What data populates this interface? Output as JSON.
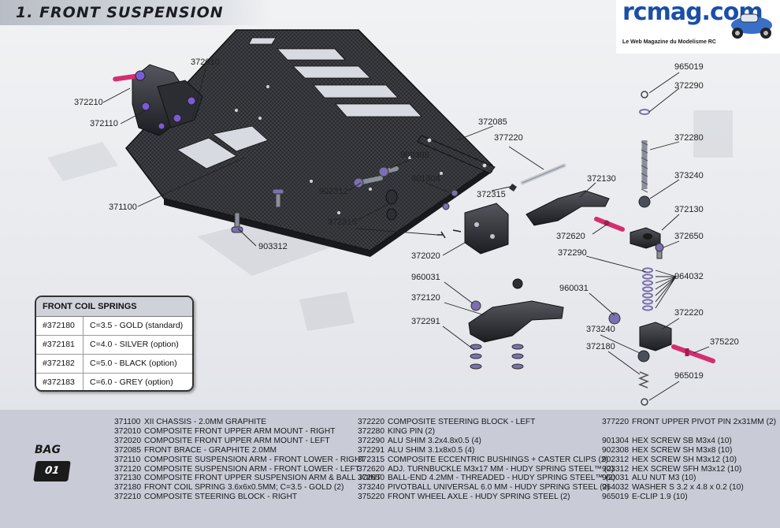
{
  "title": "1.  FRONT SUSPENSION",
  "logo": {
    "text": "rcmag.com",
    "tagline": "Le Web Magazine du Modelisme RC"
  },
  "callouts": {
    "c372010": "372010",
    "c372210": "372210",
    "c372110": "372110",
    "c371100": "371100",
    "c903312": "903312",
    "c372085": "372085",
    "c902308": "902308",
    "c902312": "902312",
    "c901304": "901304",
    "c372315a": "372315",
    "c372315b": "372315",
    "c377220": "377220",
    "c372020": "372020",
    "c372130a": "372130",
    "c372620": "372620",
    "c372290a": "372290",
    "c960031a": "960031",
    "c372120": "372120",
    "c372291": "372291",
    "c965019a": "965019",
    "c372290b": "372290",
    "c372280": "372280",
    "c373240a": "373240",
    "c372130b": "372130",
    "c372650": "372650",
    "c964032": "964032",
    "c960031b": "960031",
    "c372220": "372220",
    "c373240b": "373240",
    "c375220": "375220",
    "c372180": "372180",
    "c965019b": "965019"
  },
  "springs": {
    "heading": "FRONT COIL SPRINGS",
    "rows": [
      {
        "code": "#372180",
        "desc": "C=3.5 - GOLD (standard)"
      },
      {
        "code": "#372181",
        "desc": "C=4.0 - SILVER (option)"
      },
      {
        "code": "#372182",
        "desc": "C=5.0 - BLACK (option)"
      },
      {
        "code": "#372183",
        "desc": "C=6.0 - GREY (option)"
      }
    ]
  },
  "bag": {
    "label": "BAG",
    "number": "01"
  },
  "parts": {
    "col1": [
      {
        "code": "371100",
        "desc": "XII CHASSIS - 2.0MM GRAPHITE"
      },
      {
        "code": "372010",
        "desc": "COMPOSITE FRONT UPPER ARM MOUNT - RIGHT"
      },
      {
        "code": "372020",
        "desc": "COMPOSITE FRONT UPPER ARM MOUNT - LEFT"
      },
      {
        "code": "372085",
        "desc": "FRONT BRACE - GRAPHITE 2.0MM"
      },
      {
        "code": "372110",
        "desc": "COMPOSITE SUSPENSION ARM - FRONT LOWER - RIGHT"
      },
      {
        "code": "372120",
        "desc": "COMPOSITE SUSPENSION ARM - FRONT LOWER - LEFT"
      },
      {
        "code": "372130",
        "desc": "COMPOSITE FRONT UPPER SUSPENSION ARM & BALL JOINT"
      },
      {
        "code": "372180",
        "desc": "FRONT COIL SPRING 3.6x6x0.5MM; C=3.5 - GOLD (2)"
      },
      {
        "code": "372210",
        "desc": "COMPOSITE STEERING BLOCK - RIGHT"
      }
    ],
    "col2": [
      {
        "code": "372220",
        "desc": "COMPOSITE STEERING BLOCK - LEFT"
      },
      {
        "code": "372280",
        "desc": "KING PIN (2)"
      },
      {
        "code": "372290",
        "desc": "ALU SHIM 3.2x4.8x0.5 (4)"
      },
      {
        "code": "372291",
        "desc": "ALU SHIM 3.1x8x0.5 (4)"
      },
      {
        "code": "372315",
        "desc": "COMPOSITE ECCENTRIC BUSHINGS + CASTER CLIPS (2)"
      },
      {
        "code": "372620",
        "desc": "ADJ. TURNBUCKLE M3x17 MM - HUDY SPRING STEEL™ (2)"
      },
      {
        "code": "372650",
        "desc": "BALL-END 4.2MM - THREADED - HUDY SPRING STEEL™ (2)"
      },
      {
        "code": "373240",
        "desc": "PIVOTBALL UNIVERSAL 6.0 MM - HUDY SPRING STEEL (2)"
      },
      {
        "code": "375220",
        "desc": "FRONT WHEEL AXLE - HUDY SPRING STEEL (2)"
      }
    ],
    "col3a": [
      {
        "code": "377220",
        "desc": "FRONT UPPER PIVOT PIN 2x31MM (2)"
      }
    ],
    "col3b": [
      {
        "code": "901304",
        "desc": "HEX SCREW SB M3x4  (10)"
      },
      {
        "code": "902308",
        "desc": "HEX SCREW SH M3x8  (10)"
      },
      {
        "code": "902312",
        "desc": "HEX SCREW SH M3x12  (10)"
      },
      {
        "code": "903312",
        "desc": "HEX SCREW SFH M3x12  (10)"
      },
      {
        "code": "960031",
        "desc": "ALU NUT M3  (10)"
      },
      {
        "code": "964032",
        "desc": "WASHER S 3.2 x 4.8 x 0.2  (10)"
      },
      {
        "code": "965019",
        "desc": "E-CLIP 1.9  (10)"
      }
    ]
  }
}
